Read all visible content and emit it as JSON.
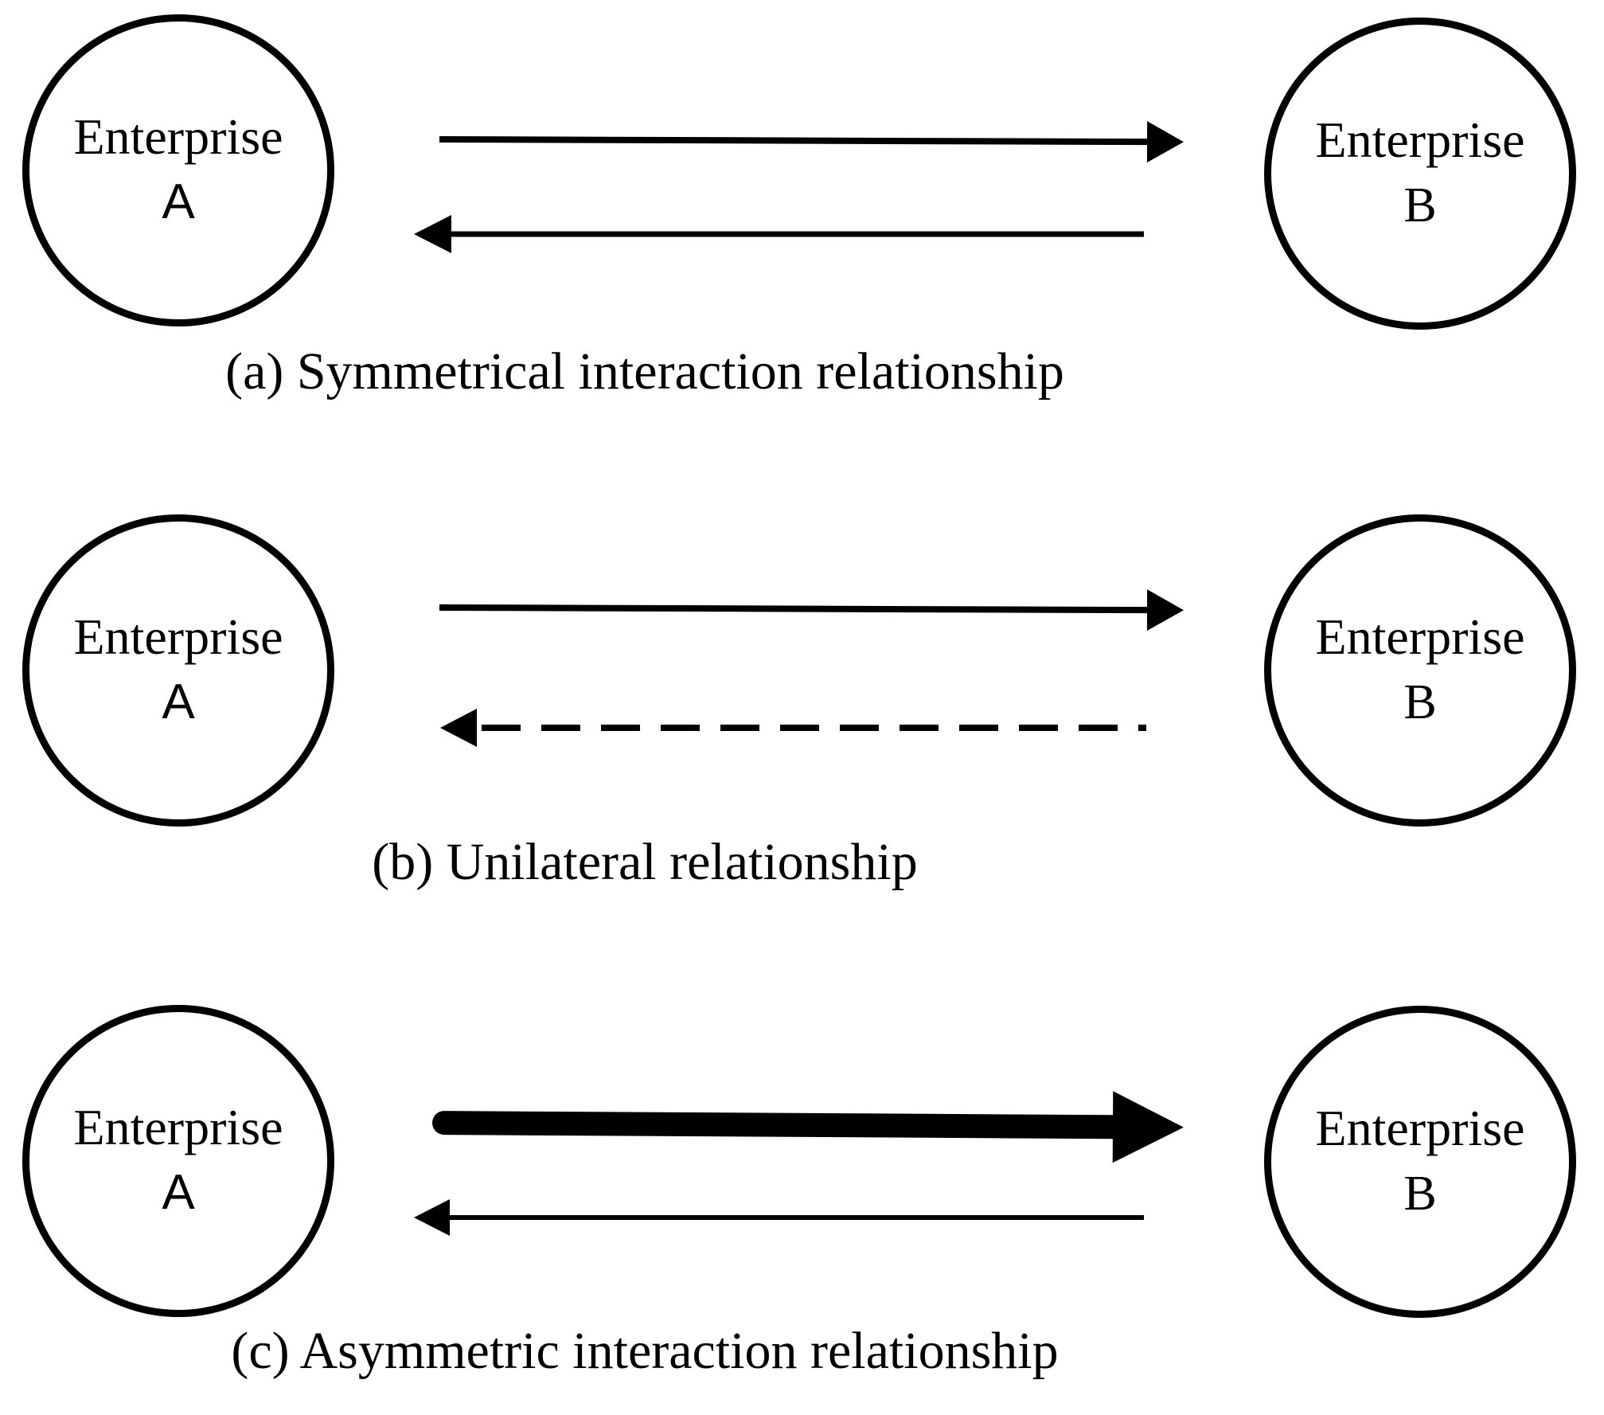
{
  "figure": {
    "background": "#ffffff",
    "ink": "#000000",
    "description": "Three-panel diagram of interaction relationships between Enterprise A and Enterprise B"
  },
  "panels": [
    {
      "label": "a",
      "caption": "(a) Symmetrical interaction relationship",
      "node_left": {
        "line1": "Enterprise",
        "line2": "A"
      },
      "node_right": {
        "line1": "Enterprise",
        "line2": "B"
      },
      "arrow_forward": {
        "direction": "A-to-B",
        "style": "solid",
        "weight": "normal"
      },
      "arrow_backward": {
        "direction": "B-to-A",
        "style": "solid",
        "weight": "normal"
      }
    },
    {
      "label": "b",
      "caption": "(b) Unilateral relationship",
      "node_left": {
        "line1": "Enterprise",
        "line2": "A"
      },
      "node_right": {
        "line1": "Enterprise",
        "line2": "B"
      },
      "arrow_forward": {
        "direction": "A-to-B",
        "style": "solid",
        "weight": "normal"
      },
      "arrow_backward": {
        "direction": "B-to-A",
        "style": "dashed",
        "weight": "normal"
      }
    },
    {
      "label": "c",
      "caption": "(c) Asymmetric interaction relationship",
      "node_left": {
        "line1": "Enterprise",
        "line2": "A"
      },
      "node_right": {
        "line1": "Enterprise",
        "line2": "B"
      },
      "arrow_forward": {
        "direction": "A-to-B",
        "style": "solid",
        "weight": "heavy"
      },
      "arrow_backward": {
        "direction": "B-to-A",
        "style": "solid",
        "weight": "thin"
      }
    }
  ]
}
